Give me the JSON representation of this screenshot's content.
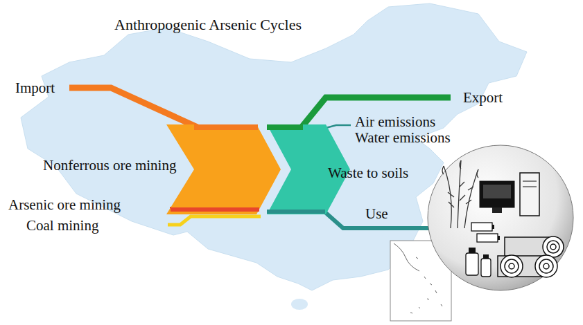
{
  "diagram": {
    "title": "Anthropogenic Arsenic Cycles",
    "nodes": [
      {
        "text": [
          "Nonferrous ore mining"
        ]
      },
      {
        "text": [
          "Waste to soils"
        ]
      }
    ],
    "labels": [
      "Import",
      "Arsenic ore mining",
      "Coal mining",
      "Export",
      "Air emissions",
      "Water emissions",
      "Use"
    ]
  }
}
